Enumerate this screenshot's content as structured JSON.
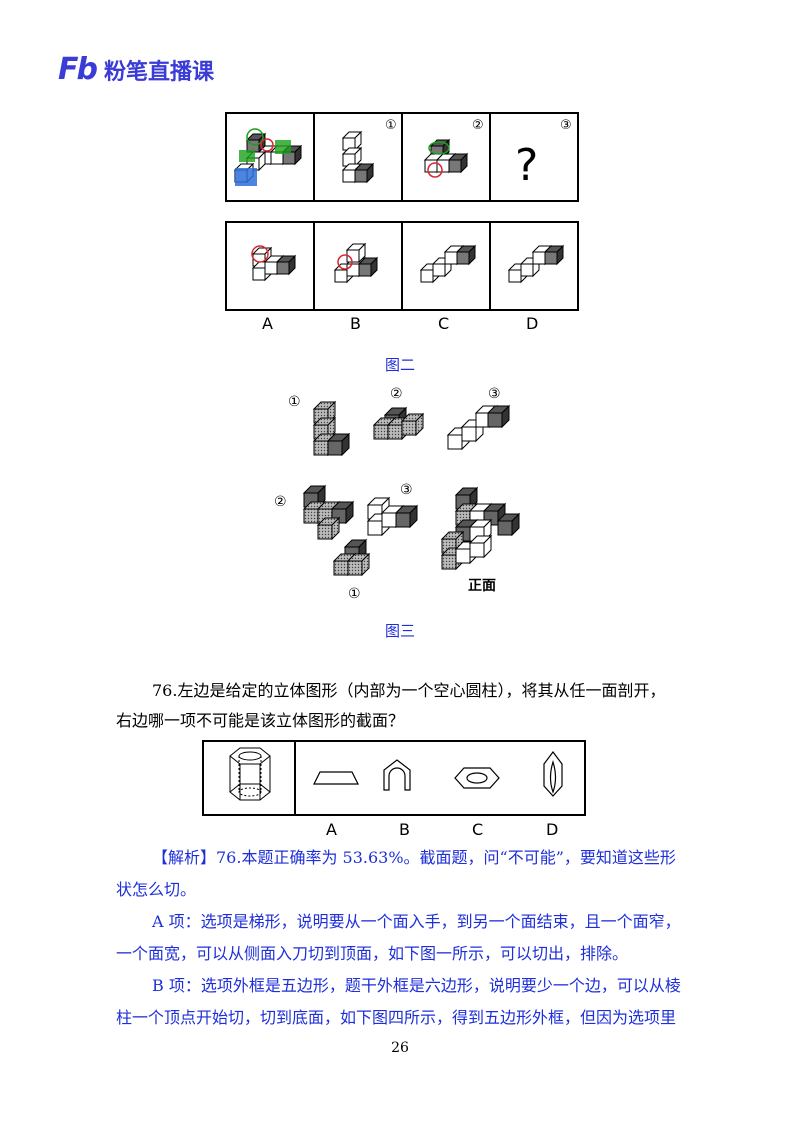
{
  "header": {
    "logo_mark": "Fb",
    "brand": "粉笔直播课"
  },
  "figure2": {
    "top_markers": [
      "①",
      "②",
      "③"
    ],
    "question_mark": "?",
    "option_labels": [
      "A",
      "B",
      "C",
      "D"
    ],
    "caption": "图二"
  },
  "figure3": {
    "markers": [
      "①",
      "②",
      "③",
      "②",
      "③",
      "①"
    ],
    "front_label": "正面",
    "caption": "图三"
  },
  "question": {
    "line1": "76.左边是给定的立体图形（内部为一个空心圆柱），将其从任一面剖开，",
    "line2": "右边哪一项不可能是该立体图形的截面？",
    "option_labels": [
      "A",
      "B",
      "C",
      "D"
    ]
  },
  "analysis": {
    "p1_line1": "【解析】76.本题正确率为 53.63%。截面题，问“不可能”，要知道这些形",
    "p1_line2": "状怎么切。",
    "p2_line1": "A 项：选项是梯形，说明要从一个面入手，到另一个面结束，且一个面窄，",
    "p2_line2": "一个面宽，可以从侧面入刀切到顶面，如下图一所示，可以切出，排除。",
    "p3_line1": "B 项：选项外框是五边形，题干外框是六边形，说明要少一个边，可以从棱",
    "p3_line2": "柱一个顶点开始切，切到底面，如下图四所示，得到五边形外框，但因为选项里"
  },
  "page_number": "26"
}
